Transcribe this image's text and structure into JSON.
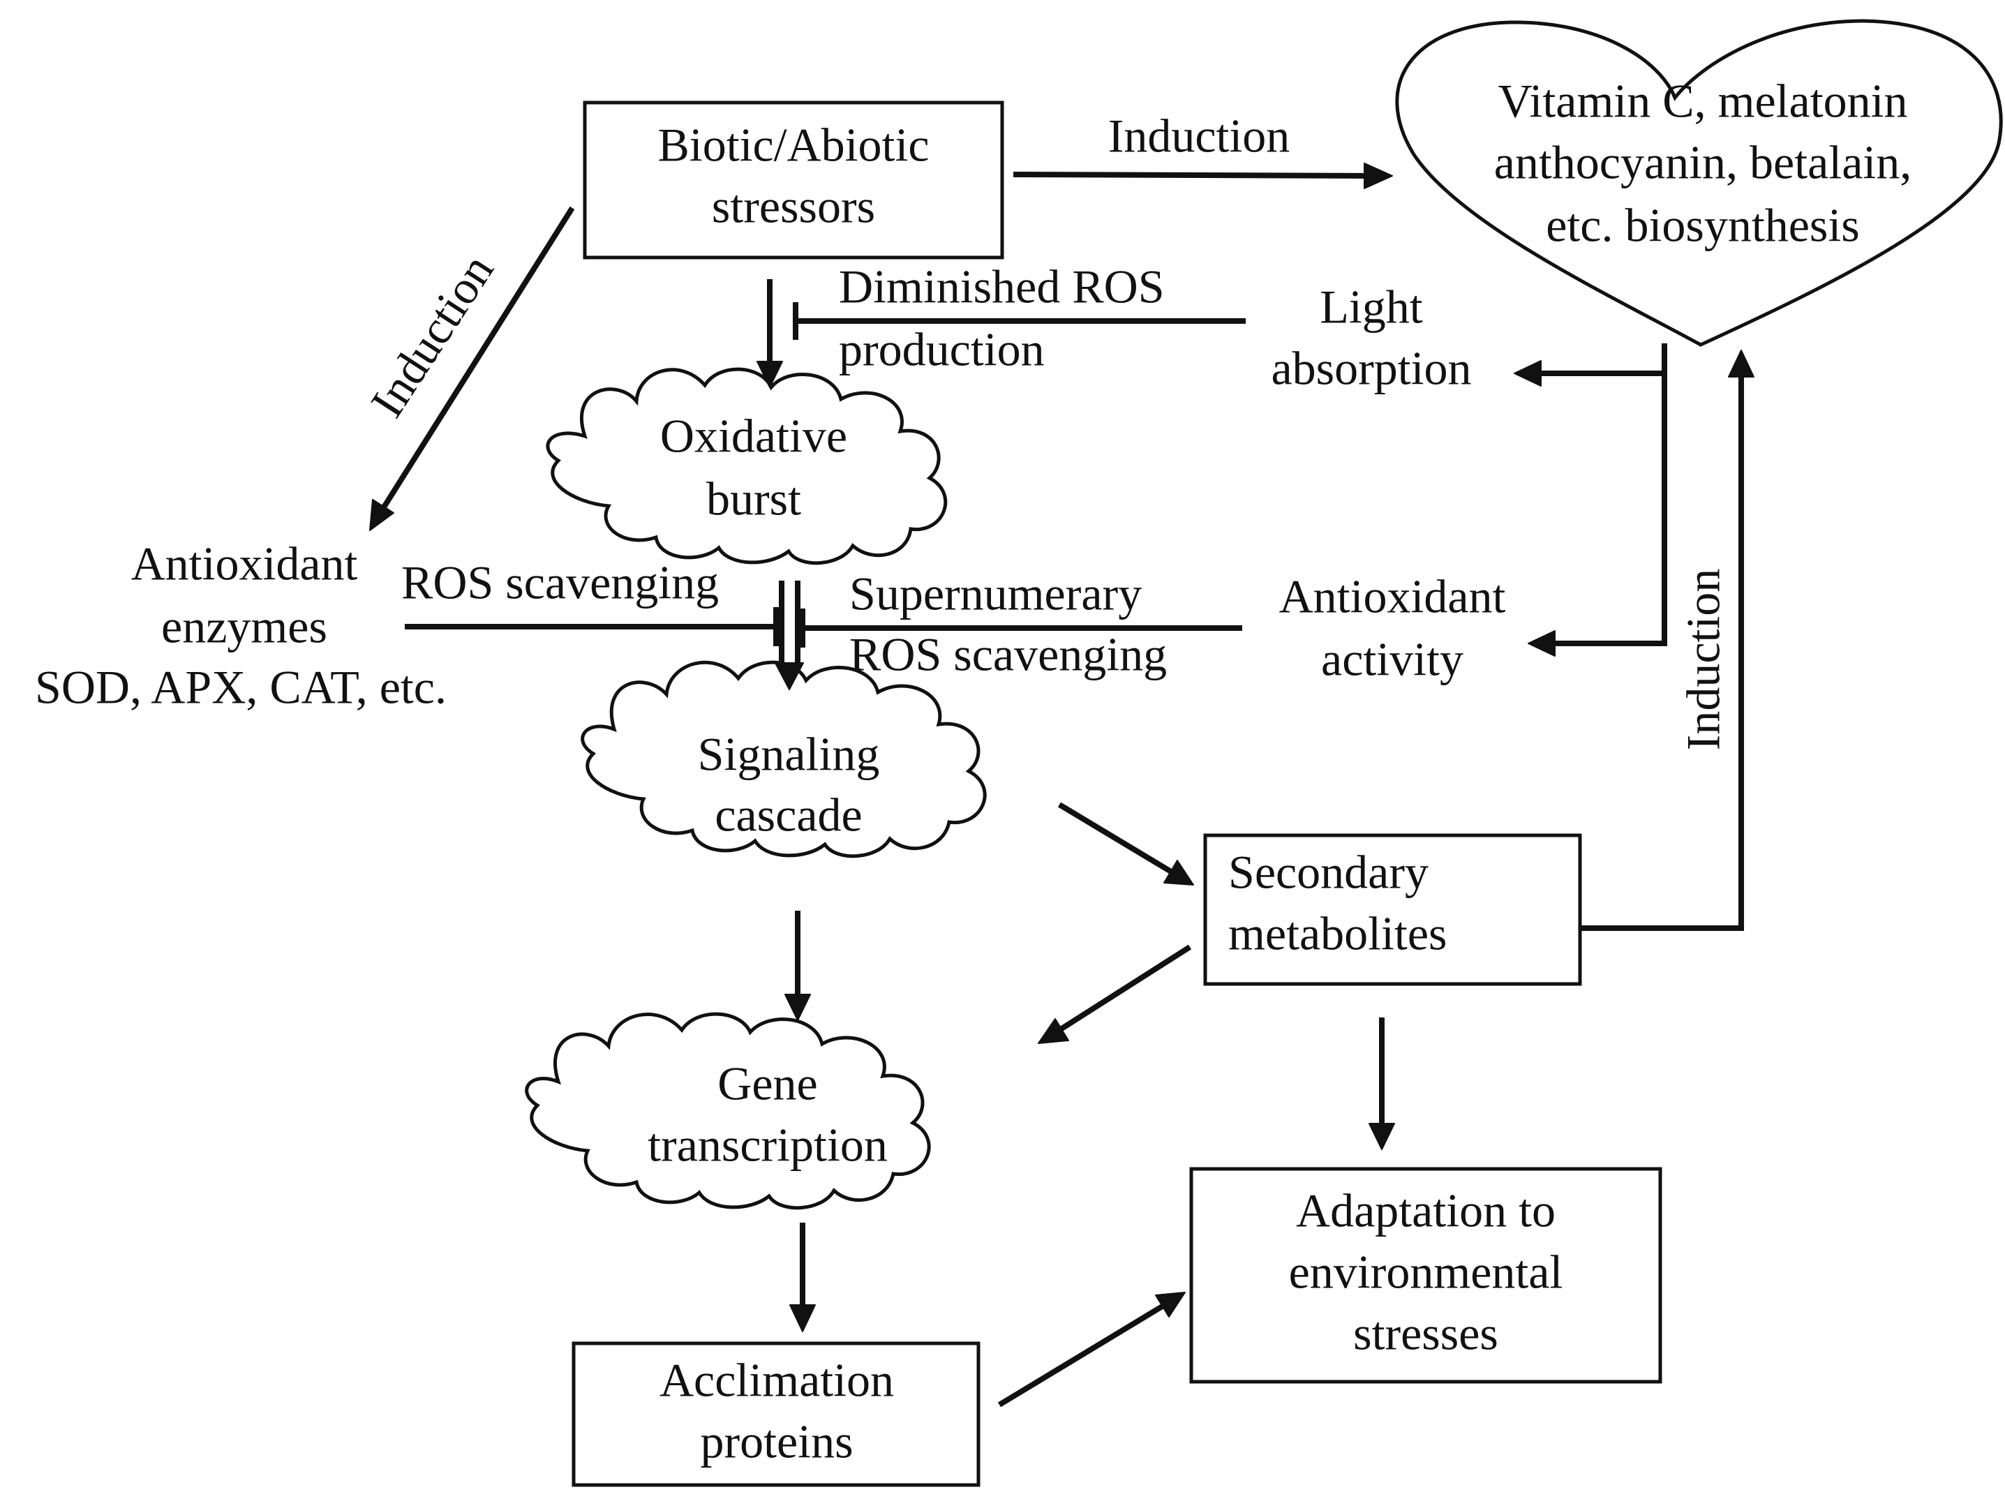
{
  "nodes": {
    "stressors": [
      "Biotic/Abiotic",
      "stressors"
    ],
    "vitamins": [
      "Vitamin C, melatonin",
      "anthocyanin, betalain,",
      "etc. biosynthesis"
    ],
    "oxidative_burst": [
      "Oxidative",
      "burst"
    ],
    "antioxidant_enzymes": [
      "Antioxidant",
      "enzymes",
      "SOD, APX, CAT, etc."
    ],
    "light_absorption": [
      "Light",
      "absorption"
    ],
    "antioxidant_activity": [
      "Antioxidant",
      "activity"
    ],
    "signaling_cascade": [
      "Signaling",
      "cascade"
    ],
    "secondary_metabolites": [
      "Secondary",
      "metabolites"
    ],
    "gene_transcription": [
      "Gene",
      "transcription"
    ],
    "acclimation_proteins": [
      "Acclimation",
      "proteins"
    ],
    "adaptation": [
      "Adaptation to",
      "environmental",
      "stresses"
    ]
  },
  "edge_labels": {
    "induction_top": "Induction",
    "induction_left": "Induction",
    "induction_right": "Induction",
    "diminished_ros": [
      "Diminished ROS",
      "production"
    ],
    "ros_scavenging": "ROS scavenging",
    "supernumerary": [
      "Supernumerary",
      "ROS scavenging"
    ]
  },
  "colors": {
    "ink": "#111111",
    "background": "#ffffff"
  }
}
